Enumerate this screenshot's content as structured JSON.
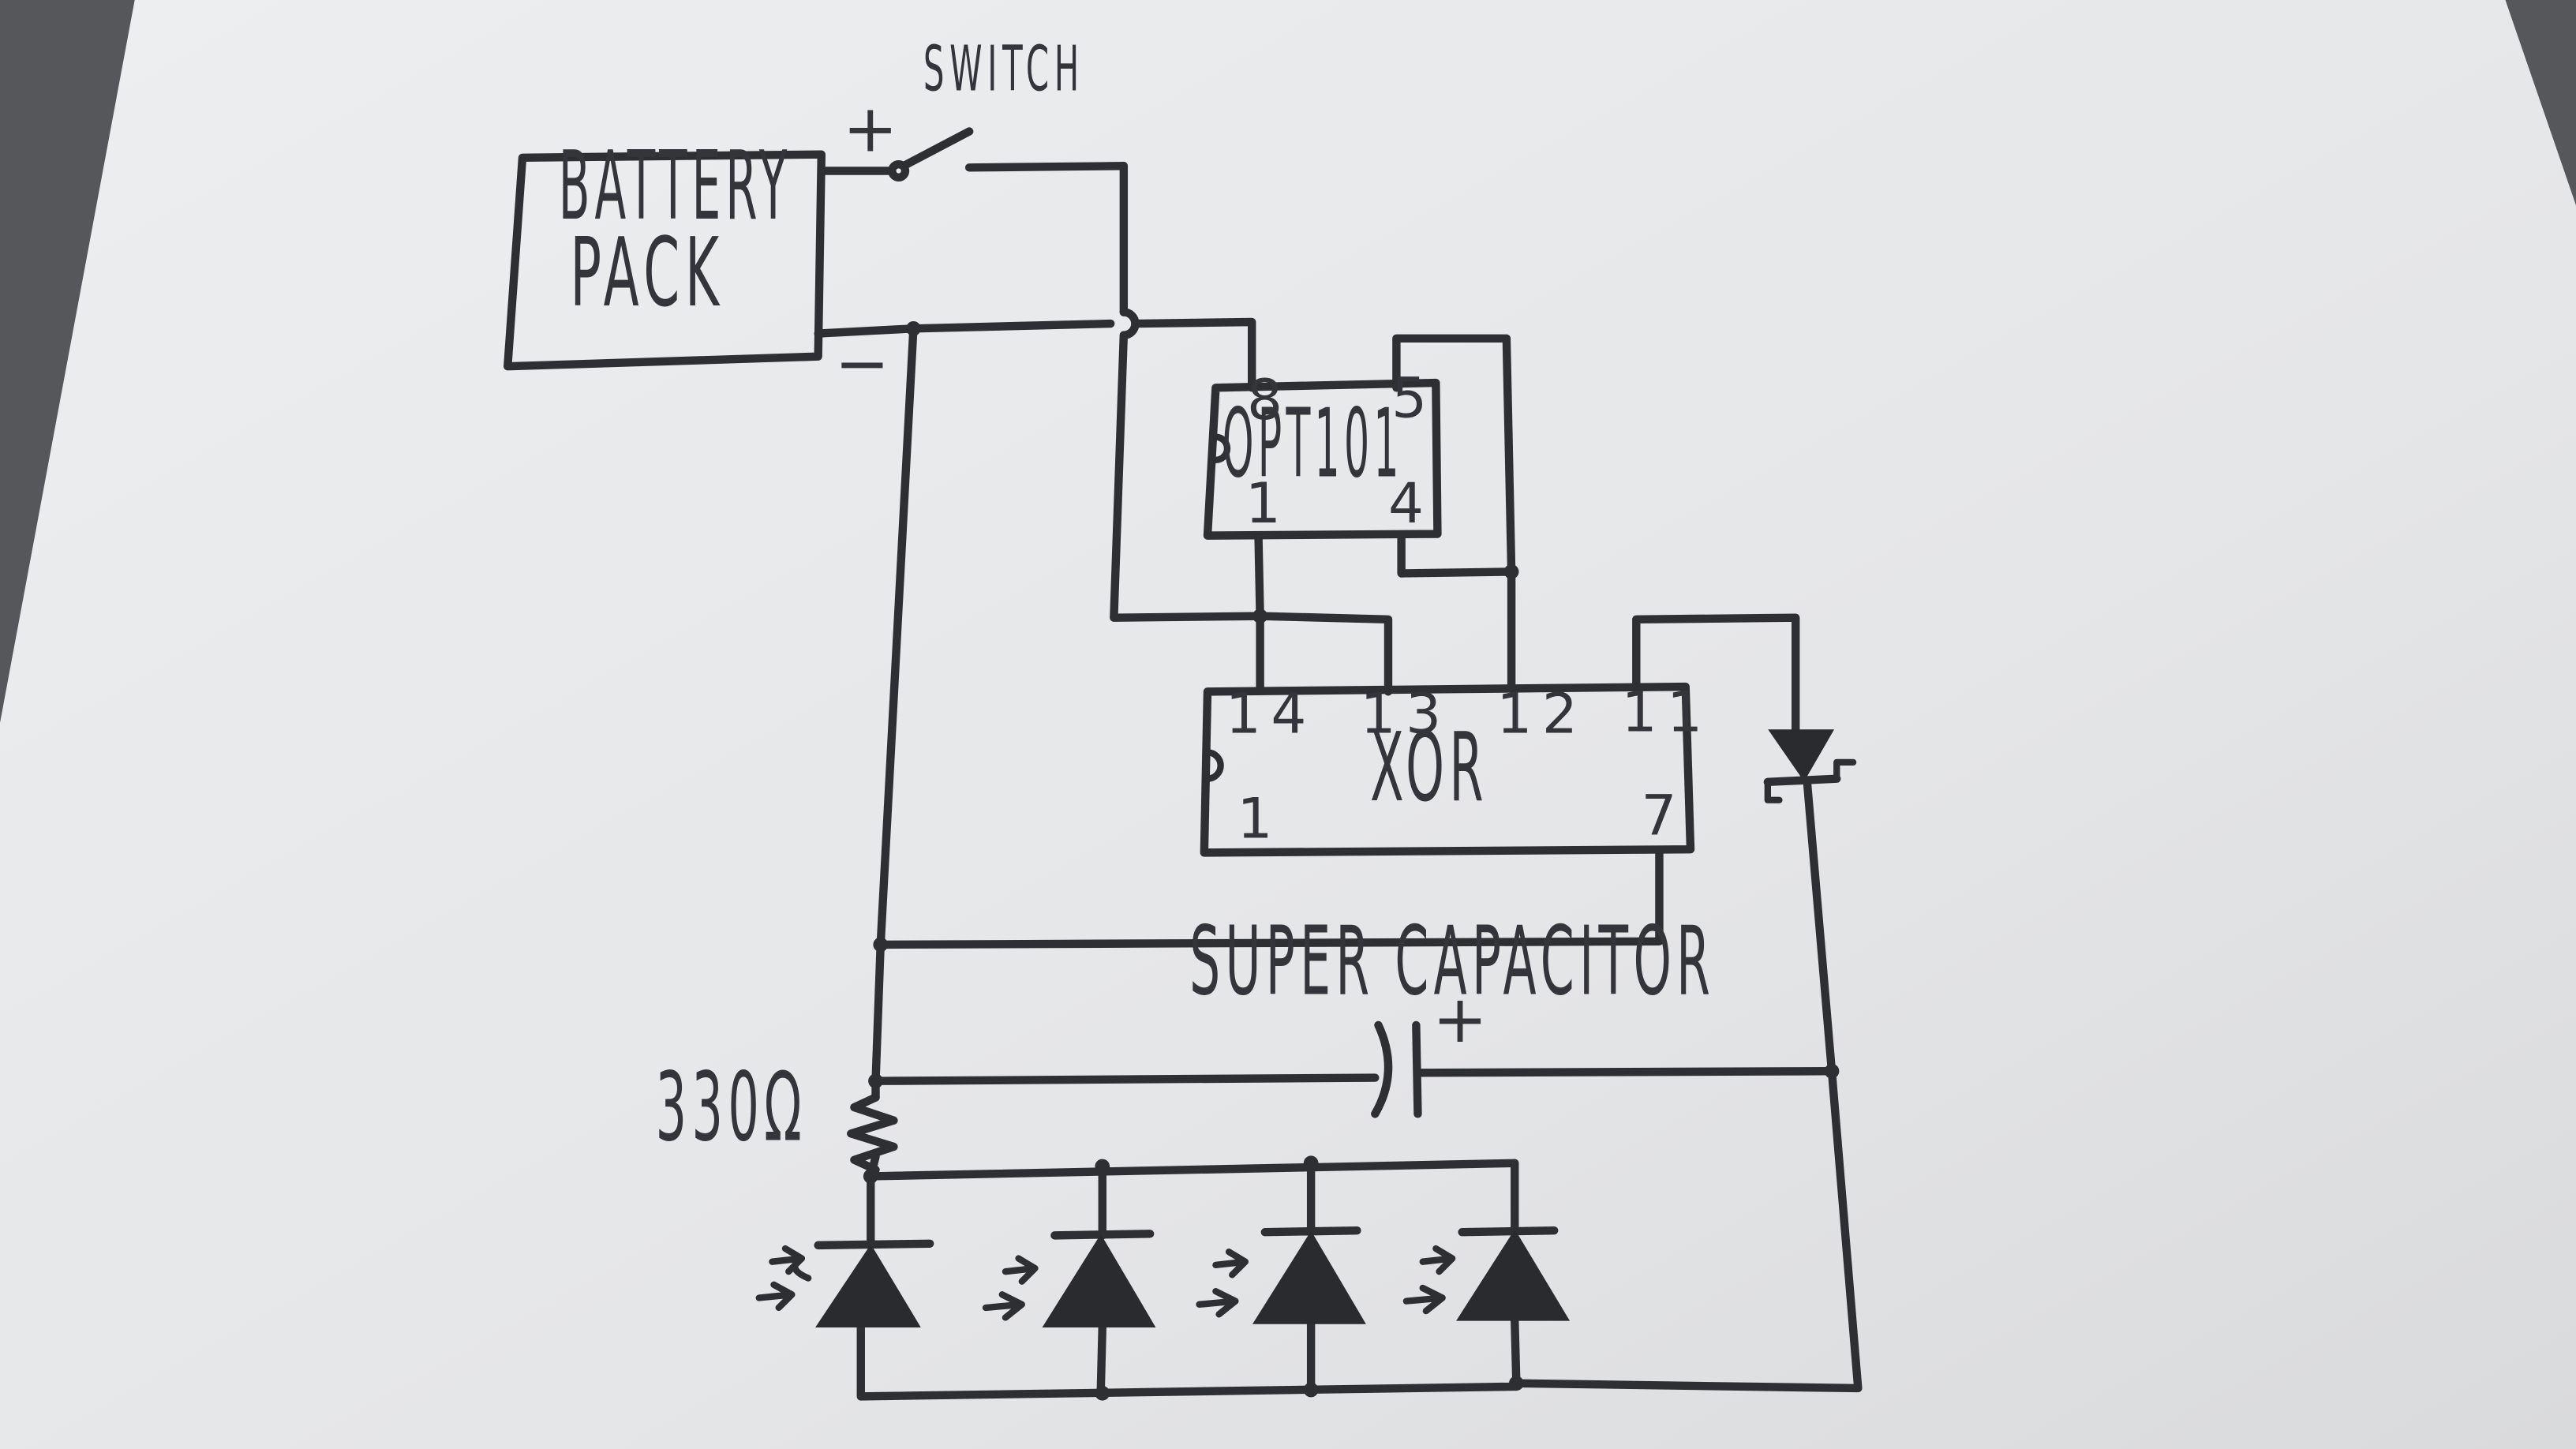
{
  "labels": {
    "switch": "SWITCH",
    "battery_line1": "BATTERY",
    "battery_line2": "PACK",
    "battery_plus": "+",
    "battery_minus": "−",
    "opt101": "OPT101",
    "opt_pin8": "8",
    "opt_pin5": "5",
    "opt_pin1": "1",
    "opt_pin4": "4",
    "xor": "XOR",
    "xor_pin14": "14",
    "xor_pin13": "13",
    "xor_pin12": "12",
    "xor_pin11": "11",
    "xor_pin1": "1",
    "xor_pin7": "7",
    "super_capacitor": "SUPER CAPACITOR",
    "cap_plus": "+",
    "resistor": "330Ω"
  },
  "colors": {
    "paper": "#e9eaec",
    "ink": "#2e2f33",
    "background": "#56585c"
  }
}
